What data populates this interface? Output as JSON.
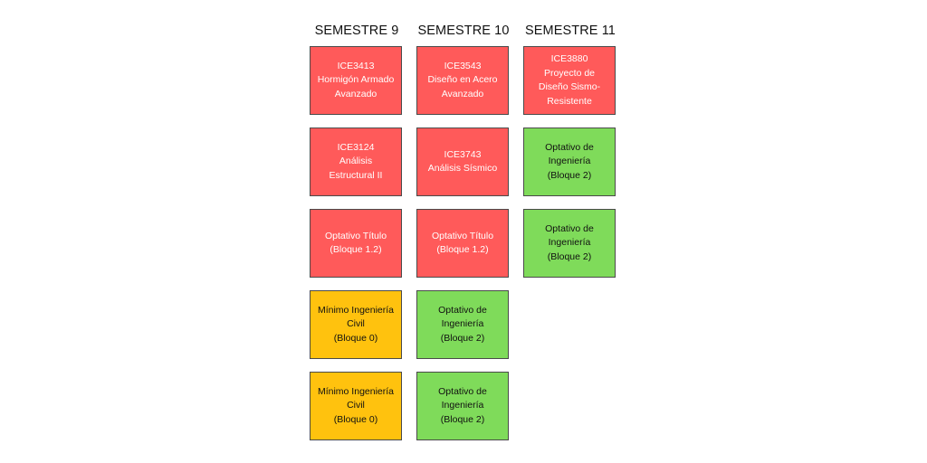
{
  "palette": {
    "red": "#ff5a5a",
    "green": "#7fdb5a",
    "yellow": "#ffc20e",
    "border": "#4a4a4a"
  },
  "semesters": [
    {
      "label": "SEMESTRE 9",
      "courses": [
        {
          "text": "ICE3413\nHormigón Armado\nAvanzado",
          "color": "red"
        },
        {
          "text": "ICE3124\nAnálisis\nEstructural II",
          "color": "red"
        },
        {
          "text": "Optativo Título\n(Bloque 1.2)",
          "color": "red"
        },
        {
          "text": "Mínimo Ingeniería\nCivil\n(Bloque 0)",
          "color": "yellow"
        },
        {
          "text": "Mínimo Ingeniería\nCivil\n(Bloque 0)",
          "color": "yellow"
        }
      ]
    },
    {
      "label": "SEMESTRE 10",
      "courses": [
        {
          "text": "ICE3543\nDiseño en Acero\nAvanzado",
          "color": "red"
        },
        {
          "text": "ICE3743\nAnálisis Sísmico",
          "color": "red"
        },
        {
          "text": "Optativo Título\n(Bloque 1.2)",
          "color": "red"
        },
        {
          "text": "Optativo de\nIngeniería\n(Bloque 2)",
          "color": "green"
        },
        {
          "text": "Optativo de\nIngeniería\n(Bloque 2)",
          "color": "green"
        }
      ]
    },
    {
      "label": "SEMESTRE 11",
      "courses": [
        {
          "text": "ICE3880\nProyecto de\nDiseño Sismo-\nResistente",
          "color": "red"
        },
        {
          "text": "Optativo de\nIngeniería\n(Bloque 2)",
          "color": "green"
        },
        {
          "text": "Optativo de\nIngeniería\n(Bloque 2)",
          "color": "green"
        }
      ]
    }
  ]
}
